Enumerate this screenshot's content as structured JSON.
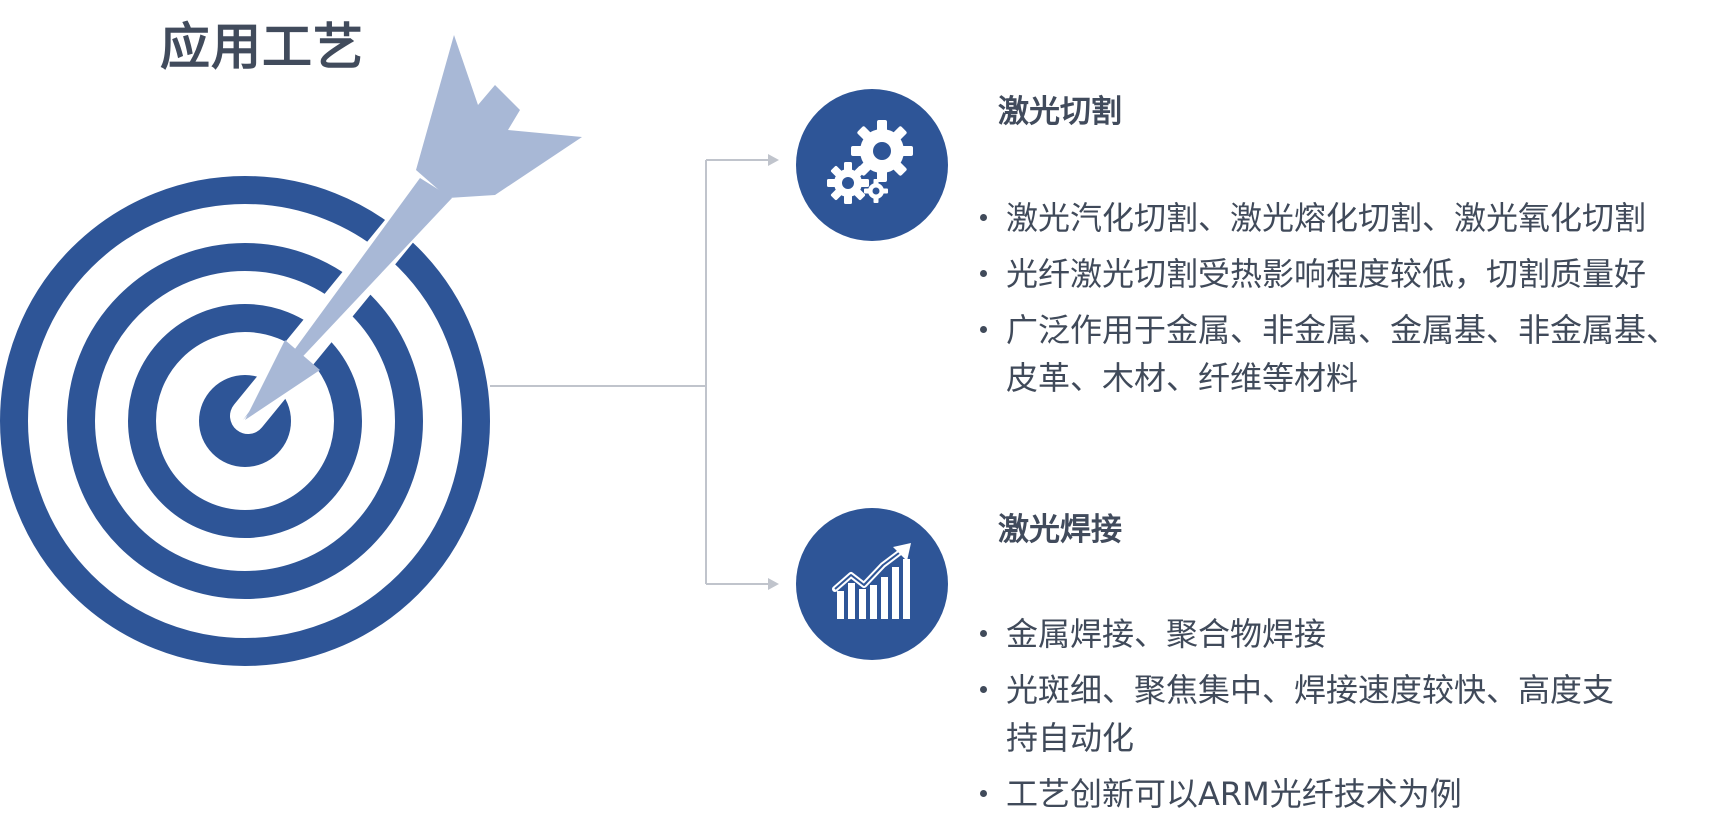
{
  "page_title": "应用工艺",
  "colors": {
    "target_blue": "#2e5597",
    "arrow_light_blue": "#a8b8d6",
    "connector_gray": "#c0c4cc",
    "text": "#404a5a"
  },
  "sections": [
    {
      "icon": "gears-icon",
      "heading": "激光切割",
      "bullets": [
        "激光汽化切割、激光熔化切割、激光氧化切割",
        "光纤激光切割受热影响程度较低，切割质量好",
        "广泛作用于金属、非金属、金属基、非金属基、皮革、木材、纤维等材料"
      ]
    },
    {
      "icon": "growth-chart-icon",
      "heading": "激光焊接",
      "bullets": [
        "金属焊接、聚合物焊接",
        "光斑细、聚焦集中、焊接速度较快、高度支持自动化",
        "工艺创新可以ARM光纤技术为例"
      ]
    }
  ]
}
